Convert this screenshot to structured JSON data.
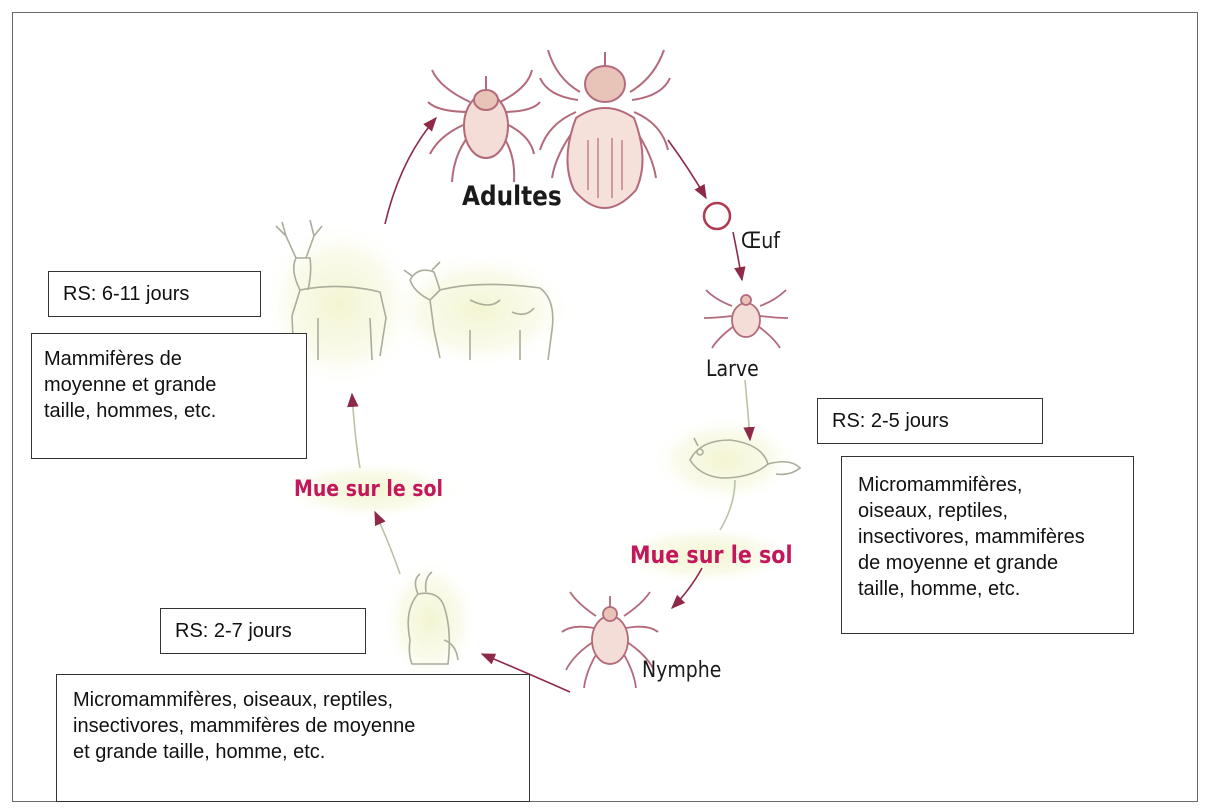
{
  "stages": {
    "adults": "Adultes",
    "egg": "Œuf",
    "larva": "Larve",
    "nymph": "Nymphe"
  },
  "molts": {
    "left": "Mue sur le sol",
    "right": "Mue sur le sol"
  },
  "boxes": {
    "adult_rs": "RS: 6-11 jours",
    "adult_hosts": "Mammifères de\nmoyenne et grande\ntaille, hommes, etc.",
    "larva_rs": "RS: 2-5 jours",
    "larva_hosts": "Micromammifères,\noiseaux, reptiles,\ninsectivores, mammifères\nde moyenne et grande\ntaille, homme, etc.",
    "nymph_rs": "RS: 2-7 jours",
    "nymph_hosts": "Micromammifères, oiseaux, reptiles,\ninsectivores, mammifères de moyenne\net grande taille, homme, etc."
  },
  "colors": {
    "molt_text": "#c2185b",
    "arrow": "#8e2a48",
    "tick_line": "#b36a7a",
    "tick_fill": "#f3ddd6",
    "egg_ring": "#b23a4e"
  }
}
